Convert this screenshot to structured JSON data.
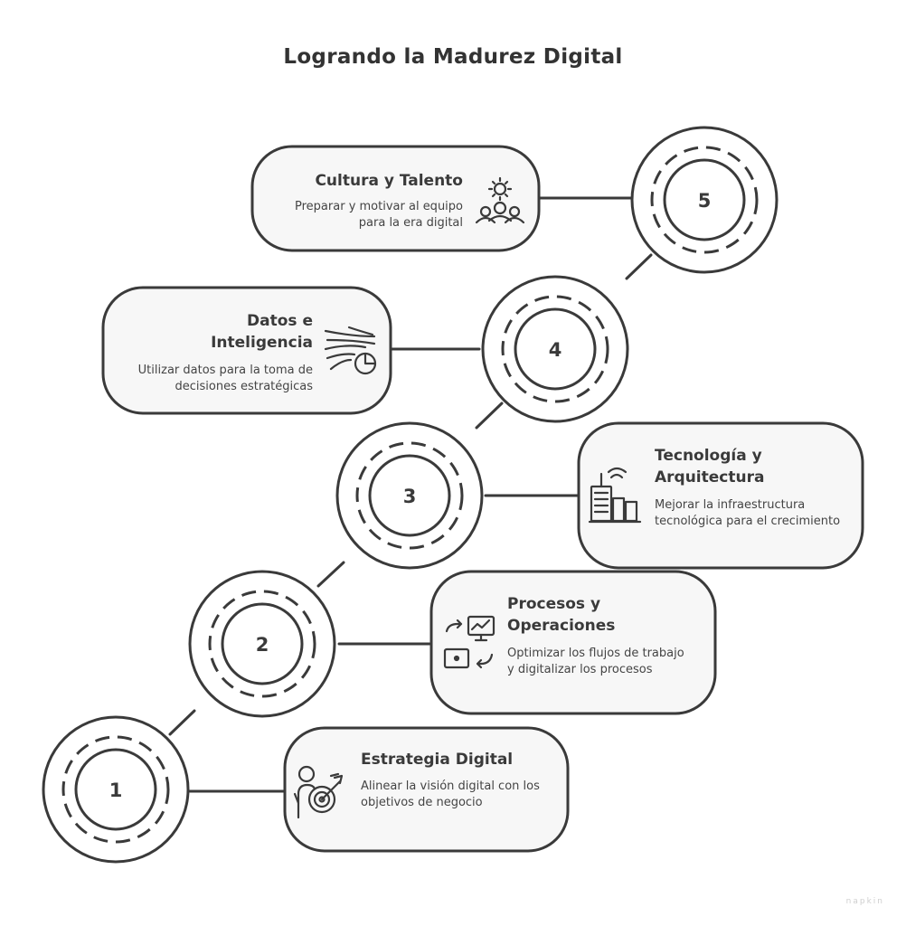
{
  "title": "Logrando la Madurez Digital",
  "steps": [
    {
      "number": "1",
      "title": "Estrategia Digital",
      "description": "Alinear la visión digital con los objetivos de negocio",
      "icon": "strategy-target-icon"
    },
    {
      "number": "2",
      "title": "Procesos y Operaciones",
      "description": "Optimizar los flujos de trabajo y digitalizar los procesos",
      "icon": "process-workflow-icon"
    },
    {
      "number": "3",
      "title": "Tecnología y Arquitectura",
      "description": "Mejorar la infraestructura tecnológica para el crecimiento",
      "icon": "building-signal-icon"
    },
    {
      "number": "4",
      "title": "Datos e Inteligencia",
      "description": "Utilizar datos para la toma de decisiones estratégicas",
      "icon": "data-pie-icon"
    },
    {
      "number": "5",
      "title": "Cultura y Talento",
      "description": "Preparar y motivar al equipo para la era digital",
      "icon": "team-gear-icon"
    }
  ],
  "colors": {
    "stroke": "#3a3a3a",
    "card_fill": "#f7f7f7",
    "background": "#ffffff"
  },
  "watermark": "napkin"
}
